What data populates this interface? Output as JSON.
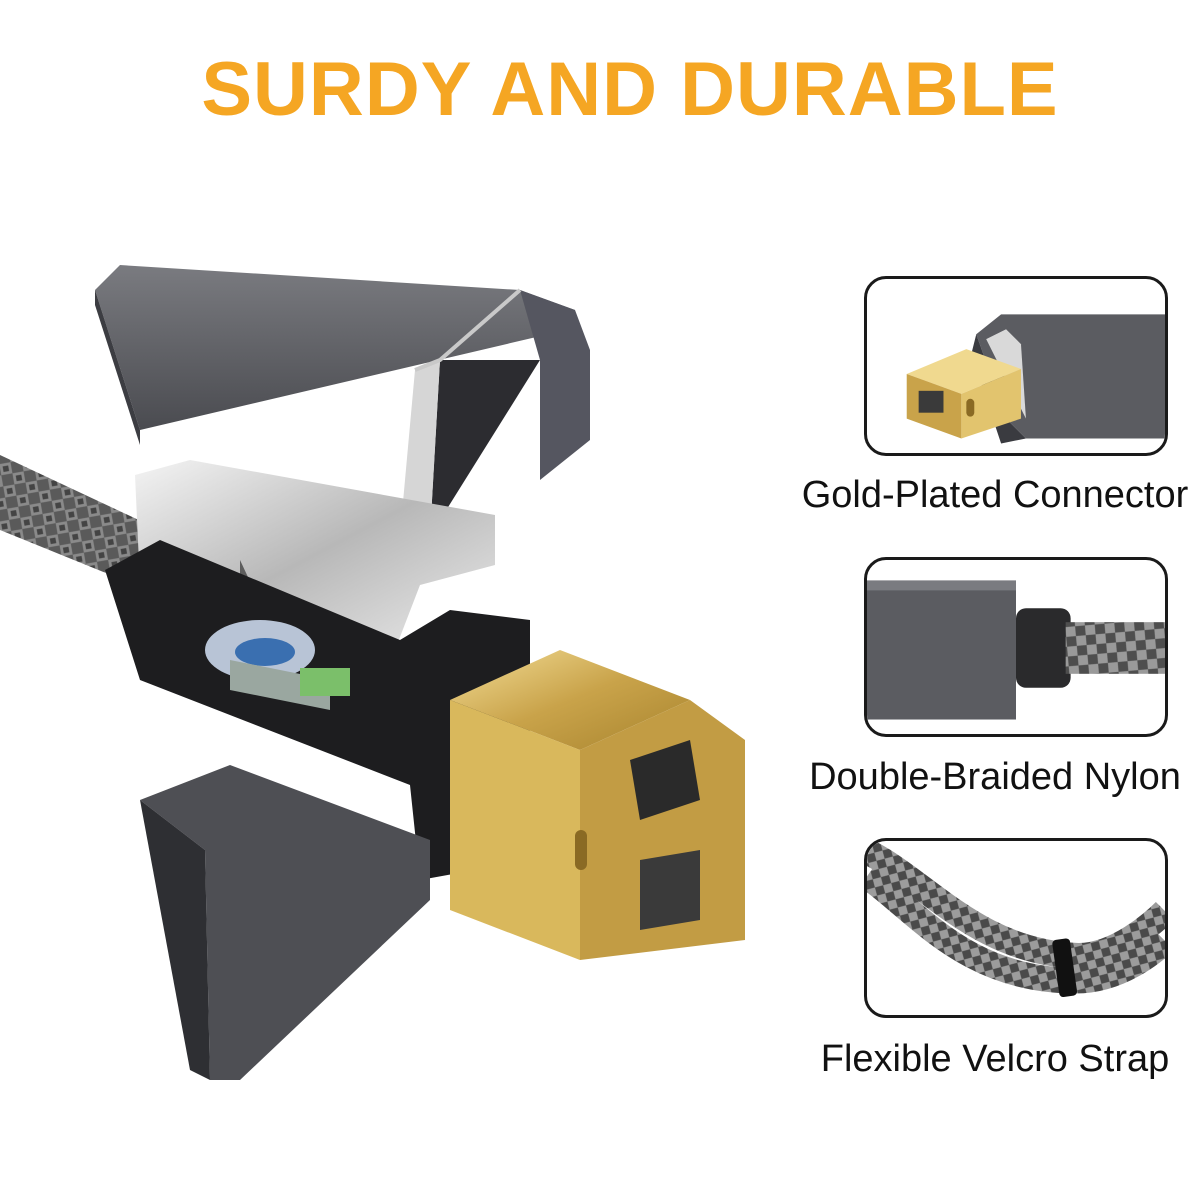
{
  "headline": "SURDY AND DURABLE",
  "colors": {
    "headline": "#f5a623",
    "shell_gray": "#5c5d61",
    "gold": "#d9b85c",
    "braid": "#6b6b6b",
    "card_border": "#1a1a1a"
  },
  "hero": {
    "icon": "usb-b-connector-exploded-view"
  },
  "features": [
    {
      "icon": "gold-plated-usb-b-icon",
      "caption": "Gold-Plated Connector"
    },
    {
      "icon": "braided-nylon-cable-icon",
      "caption": "Double-Braided Nylon"
    },
    {
      "icon": "velcro-strap-cable-icon",
      "caption": "Flexible Velcro Strap"
    }
  ]
}
